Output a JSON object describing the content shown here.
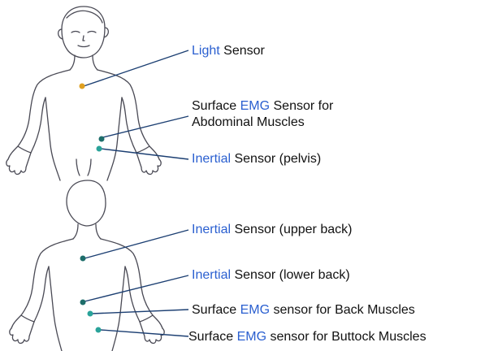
{
  "colors": {
    "highlight": "#2a5fd0",
    "text": "#111111",
    "leader": "#1c3f72",
    "outline": "#4a4a55",
    "sensor_light": "#e0a020",
    "sensor_teal": "#2aa39a",
    "sensor_dark": "#1d6d6a"
  },
  "front_view": {
    "labels": [
      {
        "highlight": "Light",
        "rest": " Sensor"
      },
      {
        "line1_prefix": "Surface ",
        "highlight": "EMG",
        "line1_suffix": " Sensor for",
        "line2": "Abdominal Muscles"
      },
      {
        "highlight": "Inertial",
        "rest": " Sensor (pelvis)"
      }
    ]
  },
  "back_view": {
    "labels": [
      {
        "highlight": "Inertial",
        "rest": " Sensor (upper back)"
      },
      {
        "highlight": "Inertial",
        "rest": " Sensor (lower back)"
      },
      {
        "prefix": "Surface ",
        "highlight": "EMG",
        "rest": " sensor for Back Muscles"
      },
      {
        "prefix": "Surface ",
        "highlight": "EMG",
        "rest": " sensor for Buttock Muscles"
      }
    ]
  }
}
